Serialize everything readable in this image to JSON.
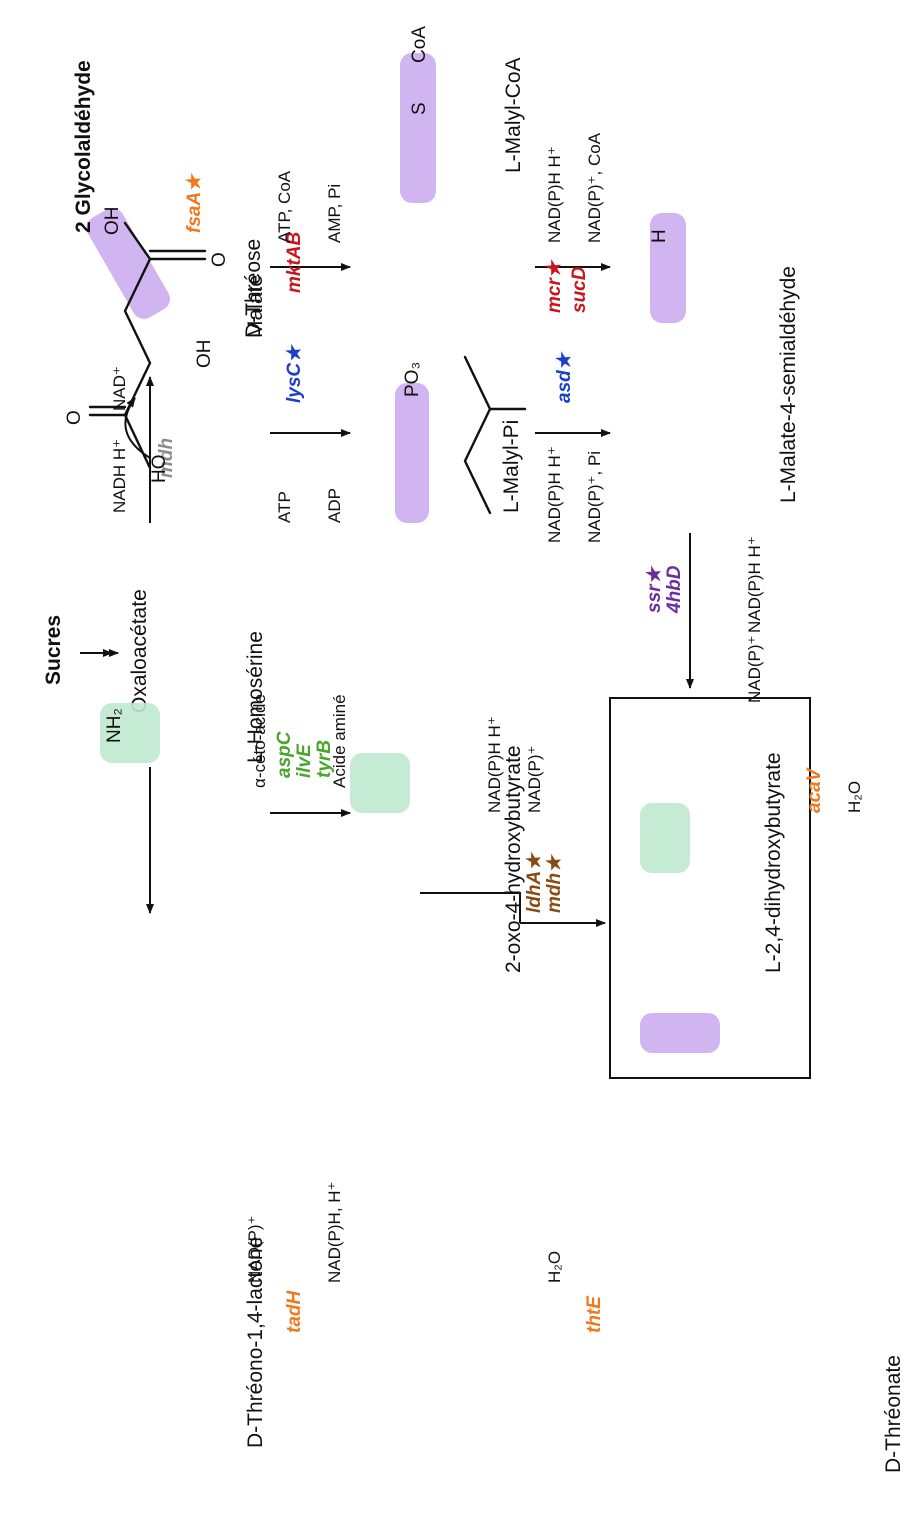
{
  "compounds": {
    "sucres": "Sucres",
    "oxaloacetate": "Oxaloacétate",
    "malate": "Malate",
    "malyl_coa": "L-Malyl-CoA",
    "malyl_pi": "L-Malyl-Pi",
    "semialdehyde": "L-Malate-4-semialdéhyde",
    "homoserine": "L-Homosérine",
    "oxo": "2-oxo-4-hydroxybutyrate",
    "dhb": "L-2,4-dihydroxybutyrate",
    "glycolaldehyde": "2 Glycolaldéhyde",
    "threose": "D-Thréose",
    "threonolactone": "D-Thréono-1,4-lactone",
    "threonate": "D-Thréonate"
  },
  "genes": {
    "mdh": "mdh",
    "lysC": "lysC★",
    "asd": "asd★",
    "mktAB": "mktAB",
    "mcr": "mcr★",
    "sucD": "sucD",
    "ssr": "ssr★",
    "hbd": "4hbD",
    "aspC": "aspC",
    "ilvE": "ilvE",
    "tyrB": "tyrB",
    "ldhA": "ldhA★",
    "mdh2": "mdh★",
    "fsaA": "fsaA★",
    "tadH": "tadH",
    "thtE": "thtE",
    "acaV": "acaV"
  },
  "cofactors": {
    "nadh_h": "NADH H⁺",
    "nad": "NAD⁺",
    "atp": "ATP",
    "adp": "ADP",
    "atp_coa": "ATP, CoA",
    "amp_pi": "AMP, Pi",
    "nadph_h": "NAD(P)H H⁺",
    "nadp_pi": "NAD(P)⁺, Pi",
    "nadp_coa": "NAD(P)⁺, CoA",
    "nadph_h_b": "NAD(P)H H⁺",
    "nadp_b": "NAD(P)⁺",
    "nadph_h_c": "NAD(P)H H⁺",
    "nadp_c": "NAD(P)⁺",
    "ketoacid": "α-céto-acide",
    "aminoacid": "Acide aminé",
    "nadp_d": "NAD(P)⁺",
    "nadph_comma_h": "NAD(P)H, H⁺",
    "h2o": "H₂O",
    "h2o_b": "H₂O"
  },
  "atoms": {
    "o": "O",
    "oh": "OH",
    "ho": "HO",
    "nh2": "NH₂",
    "h": "H",
    "s": "S",
    "coa": "CoA",
    "po3": "PO₃"
  },
  "colors": {
    "mdh": "#8c8c8c",
    "blue": "#1a3fc9",
    "red": "#c8161d",
    "purple": "#6a2ea0",
    "green": "#4aa52a",
    "brown": "#8a4a14",
    "orange": "#f0781e",
    "highlight_purple": "#c9a8ee",
    "highlight_green": "#bfe9cf"
  }
}
